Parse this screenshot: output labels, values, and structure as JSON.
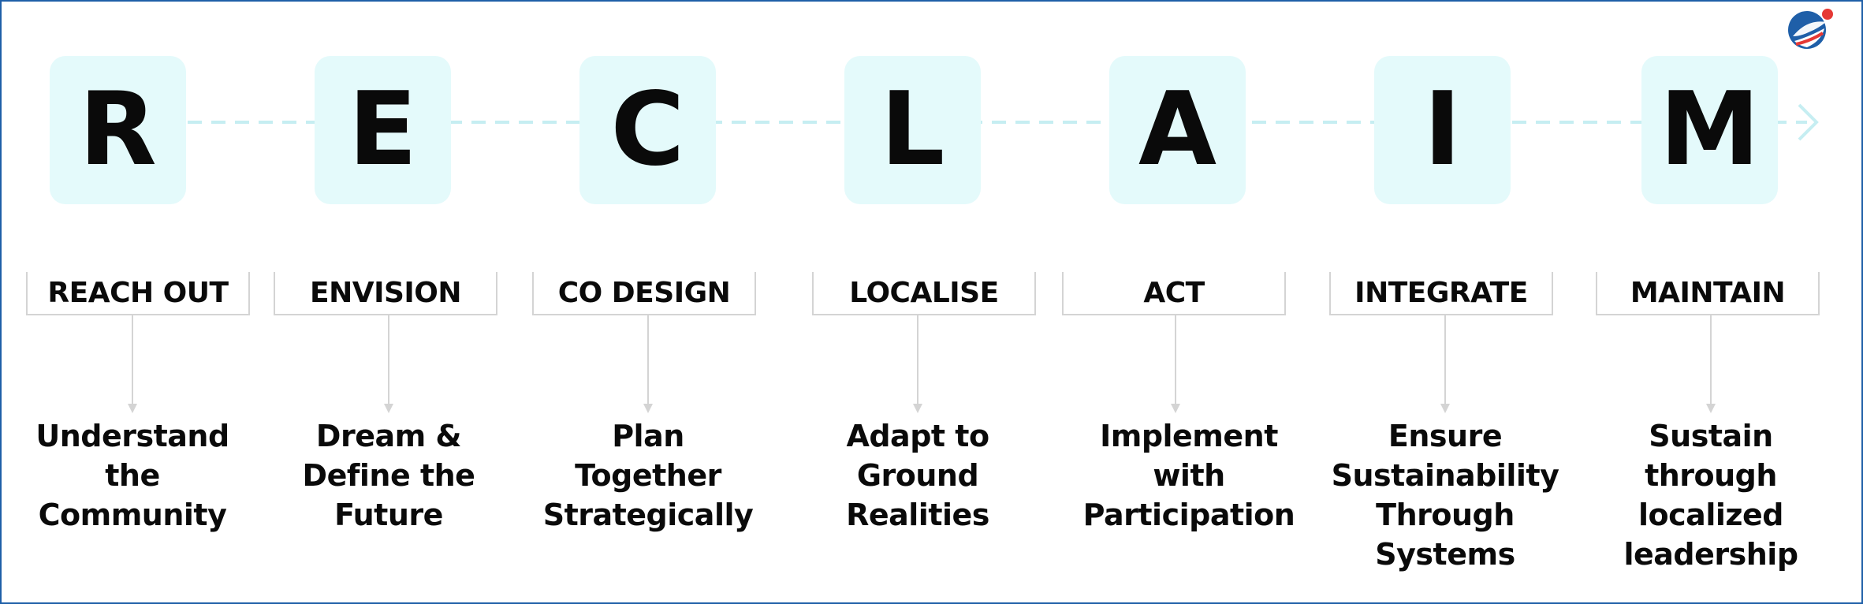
{
  "steps": [
    {
      "letter": "R",
      "label": "REACH OUT",
      "desc_lines": [
        "Understand",
        "the",
        "Community"
      ]
    },
    {
      "letter": "E",
      "label": "ENVISION",
      "desc_lines": [
        "Dream &",
        "Define the",
        "Future"
      ]
    },
    {
      "letter": "C",
      "label": "CO DESIGN",
      "desc_lines": [
        "Plan",
        "Together",
        "Strategically"
      ]
    },
    {
      "letter": "L",
      "label": "LOCALISE",
      "desc_lines": [
        "Adapt to",
        "Ground",
        "Realities"
      ]
    },
    {
      "letter": "A",
      "label": "ACT",
      "desc_lines": [
        "Implement",
        "with",
        "Participation"
      ]
    },
    {
      "letter": "I",
      "label": "INTEGRATE",
      "desc_lines": [
        "Ensure",
        "Sustainability",
        "Through",
        "Systems"
      ]
    },
    {
      "letter": "M",
      "label": "MAINTAIN",
      "desc_lines": [
        "Sustain",
        "through",
        "localized",
        "leadership"
      ]
    }
  ],
  "colors": {
    "letter_box_fill": "#e4fafb",
    "connector_dashes": "#c6eef2",
    "down_arrows": "#d4d4d4",
    "frame_border": "#1f5fa8",
    "logo_blue": "#1f5fa8",
    "logo_red": "#e53935",
    "text": "#0a0a0a"
  },
  "icons": {
    "logo": "globe-logo-icon",
    "flow_end": "chevron-right-icon"
  }
}
